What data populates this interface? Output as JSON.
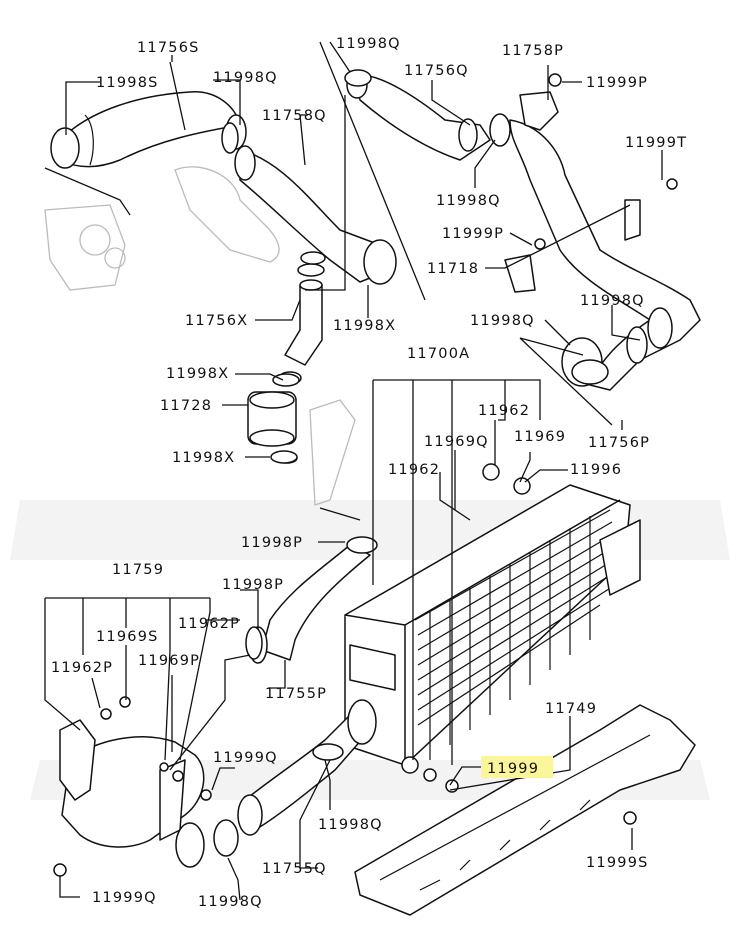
{
  "highlight_color": "#fbf59b",
  "labels": {
    "p11756S": "11756S",
    "p11998S": "11998S",
    "p11998Q_a": "11998Q",
    "p11758Q": "11758Q",
    "p11998Q_top": "11998Q",
    "p11756Q": "11756Q",
    "p11758P": "11758P",
    "p11999P_a": "11999P",
    "p11999T": "11999T",
    "p11998Q_mid": "11998Q",
    "p11999P_b": "11999P",
    "p11718": "11718",
    "p11756X": "11756X",
    "p11998X_a": "11998X",
    "p11998Q_r1": "11998Q",
    "p11998Q_r2": "11998Q",
    "p11998X_b": "11998X",
    "p11700A": "11700A",
    "p11728": "11728",
    "p11962_a": "11962",
    "p11969Q": "11969Q",
    "p11969": "11969",
    "p11756P": "11756P",
    "p11998X_c": "11998X",
    "p11962_b": "11962",
    "p11996": "11996",
    "p11998P_a": "11998P",
    "p11759": "11759",
    "p11998P_b": "11998P",
    "p11969S": "11969S",
    "p11962P_a": "11962P",
    "p11962P_b": "11962P",
    "p11969P": "11969P",
    "p11755P": "11755P",
    "p11749": "11749",
    "p11999Q_a": "11999Q",
    "p11999": "11999",
    "p11998Q_b": "11998Q",
    "p11999S": "11999S",
    "p11755Q": "11755Q",
    "p11999Q_b": "11999Q",
    "p11998Q_c": "11998Q"
  }
}
